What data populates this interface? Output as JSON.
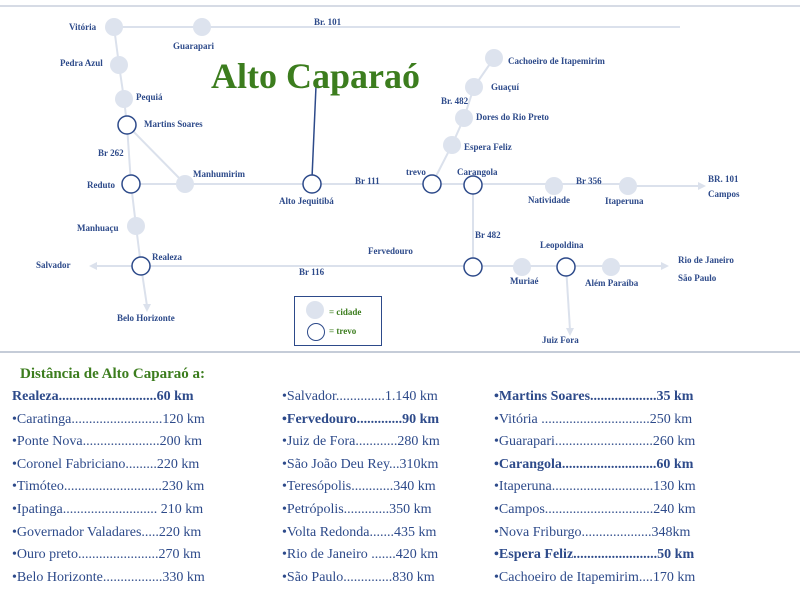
{
  "title": "Alto Caparaó",
  "roads": {
    "br101": "Br. 101",
    "br262": "Br 262",
    "br111": "Br 111",
    "br482a": "Br. 482",
    "br482b": "Br 482",
    "br356": "Br 356",
    "br116": "Br 116",
    "br101_campos_a": "BR. 101",
    "br101_campos_b": "Campos"
  },
  "towns": {
    "vitoria": "Vitória",
    "guarapari": "Guarapari",
    "pedra_azul": "Pedra Azul",
    "pequia": "Pequiá",
    "martins_soares": "Martins Soares",
    "manhumirim": "Manhumirim",
    "reduto": "Reduto",
    "manhuacu": "Manhuaçu",
    "realeza": "Realeza",
    "salvador": "Salvador",
    "belo_horizonte": "Belo Horizonte",
    "alto_jequitiba": "Alto Jequitibá",
    "fervedouro": "Fervedouro",
    "trevo": "trevo",
    "carangola": "Carangola",
    "cachoeiro": "Cachoeiro de Itapemirim",
    "guacui": "Guaçuí",
    "dores_rio_preto": "Dores do Rio Preto",
    "espera_feliz": "Espera Feliz",
    "natividade": "Natividade",
    "itaperuna": "Itaperuna",
    "muriae": "Muriaé",
    "leopoldina": "Leopoldina",
    "alem_paraiba": "Além Paraíba",
    "rio_de_janeiro": "Rio de Janeiro",
    "sao_paulo": "São Paulo",
    "juiz_fora": "Juiz Fora"
  },
  "legend": {
    "cidade": "= cidade",
    "trevo": "= trevo"
  },
  "distances": {
    "title": "Distância de Alto Caparaó a:",
    "col1": [
      {
        "text": "Realeza............................60  km",
        "bold": true
      },
      {
        "text": "•Caratinga..........................120  km",
        "bold": false
      },
      {
        "text": "•Ponte Nova......................200  km",
        "bold": false
      },
      {
        "text": "•Coronel Fabriciano.........220  km",
        "bold": false
      },
      {
        "text": "•Timóteo............................230  km",
        "bold": false
      },
      {
        "text": "•Ipatinga...........................  210  km",
        "bold": false
      },
      {
        "text": "•Governador Valadares.....220  km",
        "bold": false
      },
      {
        "text": "•Ouro preto.......................270  km",
        "bold": false
      },
      {
        "text": "•Belo Horizonte.................330  km",
        "bold": false
      }
    ],
    "col2": [
      {
        "text": "•Salvador..............1.140  km",
        "bold": false
      },
      {
        "text": "•Fervedouro.............90  km",
        "bold": true
      },
      {
        "text": "•Juiz de Fora............280  km",
        "bold": false
      },
      {
        "text": "•São João Deu Rey...310km",
        "bold": false
      },
      {
        "text": "•Teresópolis............340  km",
        "bold": false
      },
      {
        "text": "•Petrópolis.............350  km",
        "bold": false
      },
      {
        "text": "•Volta Redonda.......435  km",
        "bold": false
      },
      {
        "text": "•Rio de Janeiro .......420  km",
        "bold": false
      },
      {
        "text": "•São Paulo..............830  km",
        "bold": false
      }
    ],
    "col3": [
      {
        "text": "•Martins Soares...................35  km",
        "bold": true
      },
      {
        "text": "•Vitória ...............................250  km",
        "bold": false
      },
      {
        "text": "•Guarapari............................260  km",
        "bold": false
      },
      {
        "text": "•Carangola...........................60  km",
        "bold": true
      },
      {
        "text": "•Itaperuna.............................130  km",
        "bold": false
      },
      {
        "text": "•Campos...............................240  km",
        "bold": false
      },
      {
        "text": "•Nova Friburgo....................348km",
        "bold": false
      },
      {
        "text": "•Espera Feliz........................50  km",
        "bold": true
      },
      {
        "text": "•Cachoeiro de Itapemirim....170  km",
        "bold": false
      }
    ]
  }
}
